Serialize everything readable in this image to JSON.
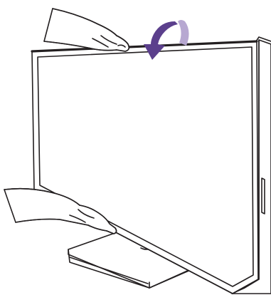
{
  "figure": {
    "subject": "monitor-tilt-adjustment",
    "colors": {
      "line": "#231f20",
      "background": "#ffffff",
      "arrow_primary": "#5b3f8c",
      "arrow_secondary": "#b7a8d1"
    },
    "icons": {
      "tilt_forward_arrow": "curved-arrow-down",
      "tilt_back_arrow": "curved-arrow-up"
    }
  }
}
